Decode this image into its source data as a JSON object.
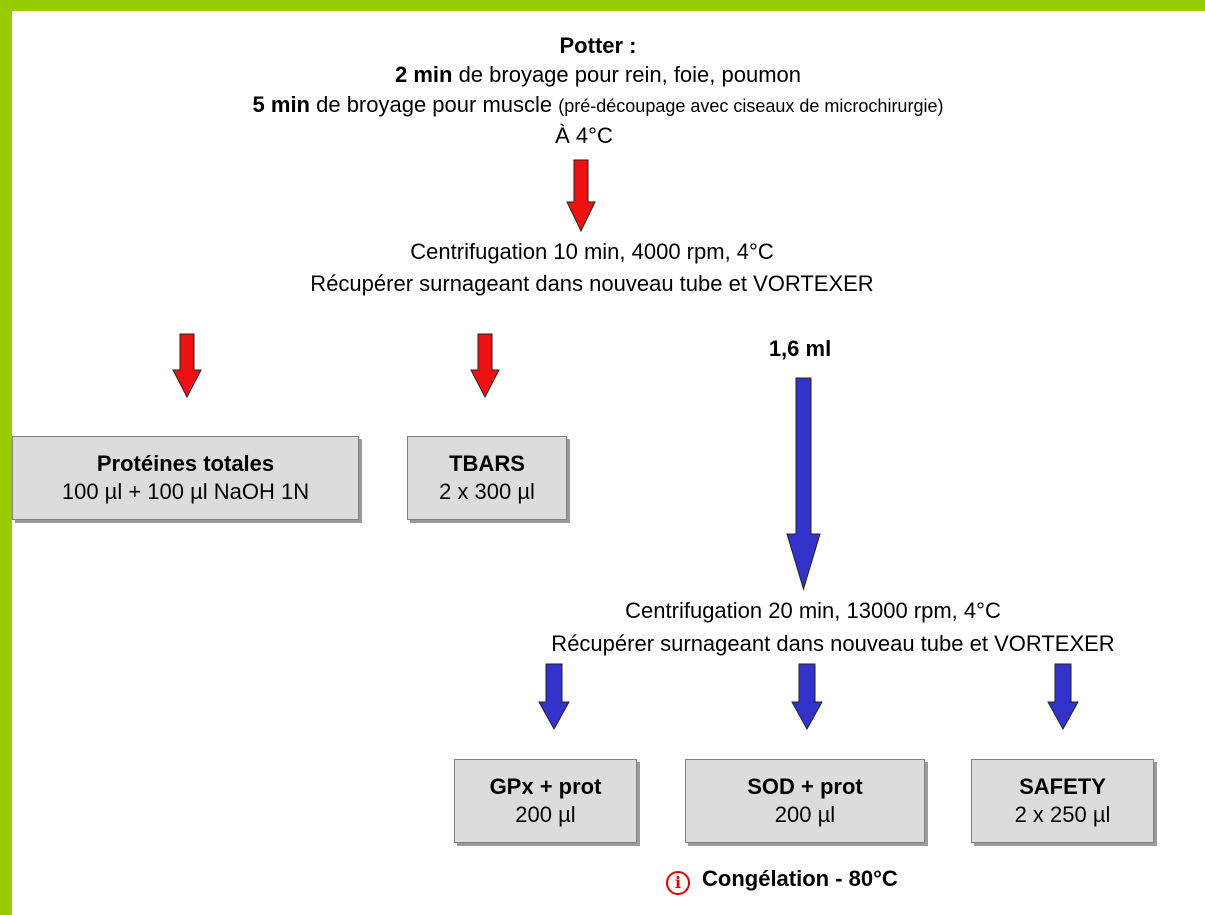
{
  "step1": {
    "title": "Potter :",
    "line2_bold": "2 min",
    "line2_rest": " de broyage pour rein, foie, poumon",
    "line3_bold": "5 min",
    "line3_rest": " de broyage pour muscle ",
    "line3_small": "(pré-découpage avec ciseaux de microchirurgie)",
    "line4": "À 4°C"
  },
  "step2": {
    "line1": "Centrifugation 10 min, 4000 rpm, 4°C",
    "line2": "Récupérer surnageant dans nouveau tube et VORTEXER"
  },
  "volume_label": "1,6 ml",
  "box_proteines": {
    "title": "Protéines totales",
    "value": "100 µl + 100 µl NaOH 1N"
  },
  "box_tbars": {
    "title": "TBARS",
    "value": "2 x 300 µl"
  },
  "step3": {
    "line1": "Centrifugation 20 min, 13000 rpm, 4°C",
    "line2": "Récupérer surnageant dans nouveau tube et VORTEXER"
  },
  "box_gpx": {
    "title": "GPx + prot",
    "value": "200 µl"
  },
  "box_sod": {
    "title": "SOD + prot",
    "value": "200 µl"
  },
  "box_safety": {
    "title": "SAFETY",
    "value": "2 x 250 µl"
  },
  "footer": {
    "icon": "info-icon",
    "text": "Congélation - 80°C"
  },
  "colors": {
    "border": "#99cc00",
    "red_arrow": "#ee1111",
    "blue_arrow": "#3333cc",
    "box_fill": "#dcdcdc"
  }
}
